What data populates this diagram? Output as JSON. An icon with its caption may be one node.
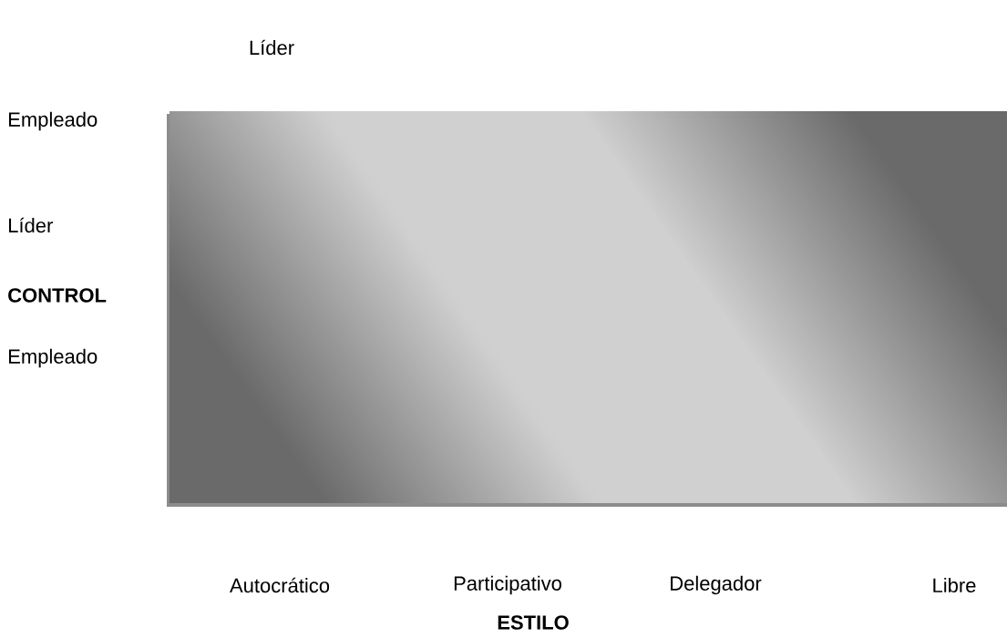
{
  "diagram": {
    "labels": [
      "Líder",
      "Empleado",
      "Líder",
      "CONTROL",
      "Empleado",
      "Autocrático",
      "Participativo",
      "Delegador",
      "Libre",
      "ESTILO"
    ]
  }
}
